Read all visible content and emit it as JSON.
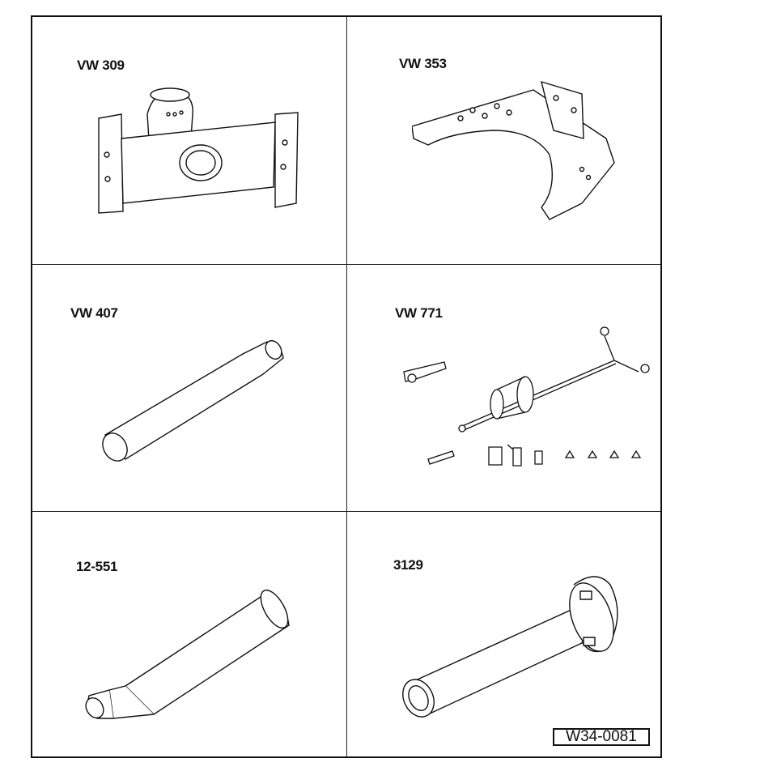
{
  "tools": [
    {
      "id": "VW 309",
      "label": "VW 309",
      "icon": "engine-support-bracket-icon"
    },
    {
      "id": "VW 353",
      "label": "VW 353",
      "icon": "curved-mounting-plate-icon"
    },
    {
      "id": "VW 407",
      "label": "VW 407",
      "icon": "drift-pin-icon"
    },
    {
      "id": "VW 771",
      "label": "VW 771",
      "icon": "slide-hammer-kit-icon"
    },
    {
      "id": "12-551",
      "label": "12-551",
      "icon": "stepped-drift-icon"
    },
    {
      "id": "3129",
      "label": "3129",
      "icon": "tube-press-tool-icon"
    }
  ],
  "figure_ref": "W34-0081"
}
